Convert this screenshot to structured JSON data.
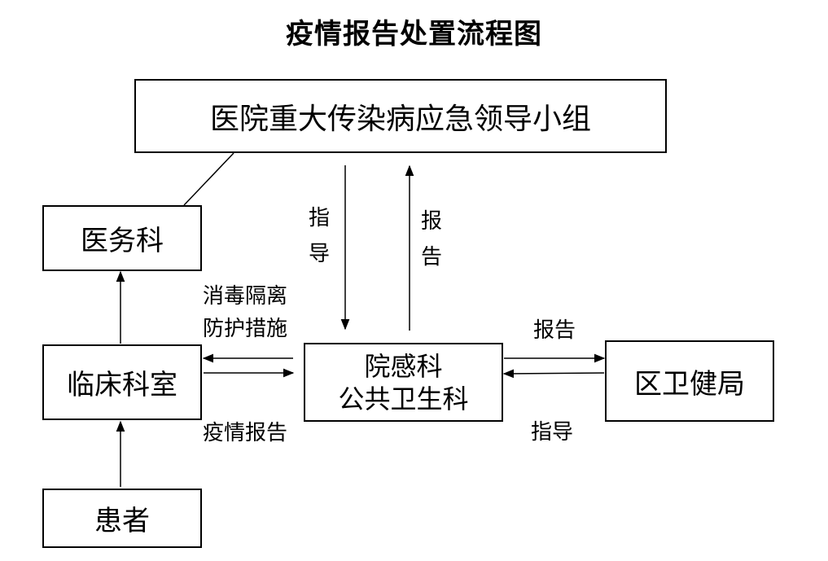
{
  "title": "疫情报告处置流程图",
  "boxes": {
    "leading_group": "医院重大传染病应急领导小组",
    "medical_affairs": "医务科",
    "clinical_dept": "临床科室",
    "patient": "患者",
    "infection_control_line1": "院感科",
    "infection_control_line2": "公共卫生科",
    "district_health_bureau": "区卫健局"
  },
  "labels": {
    "guide_vertical": [
      "指",
      "导"
    ],
    "report_vertical": [
      "报",
      "告"
    ],
    "disinfection_line1": "消毒隔离",
    "disinfection_line2": "防护措施",
    "epidemic_report": "疫情报告",
    "report_right": "报告",
    "guide_right": "指导"
  }
}
